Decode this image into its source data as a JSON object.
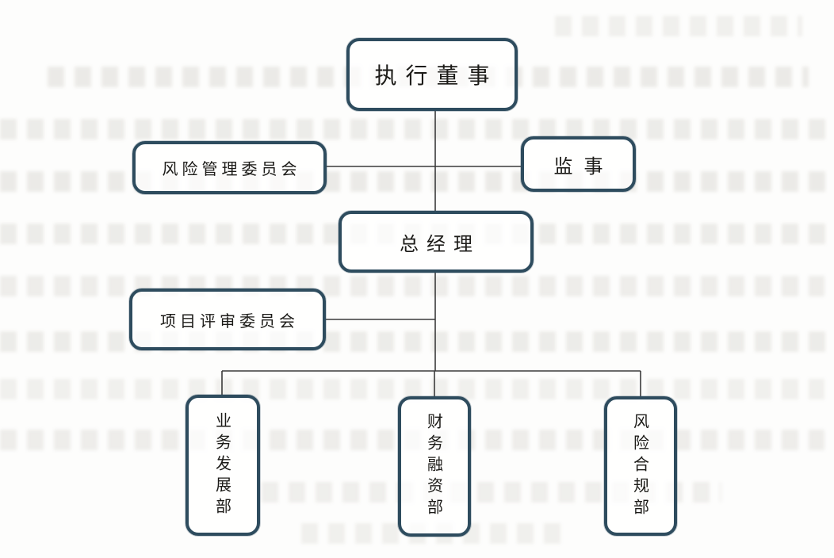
{
  "document": {
    "kind": "scanned organizational chart",
    "background_note": "faint mirrored bleed-through text rows from reverse side of scanned page"
  },
  "diagram": {
    "type": "org-chart",
    "colors": {
      "node_border": "#2e4c5e",
      "connector": "#3b3b3b",
      "paper": "#fdfdfc",
      "text": "#1c1b18"
    },
    "nodes": {
      "executive_director": {
        "label": "执行董事"
      },
      "risk_management_committee": {
        "label": "风险管理委员会"
      },
      "supervisor": {
        "label": "监事"
      },
      "general_manager": {
        "label": "总经理"
      },
      "project_review_committee": {
        "label": "项目评审委员会"
      },
      "business_development_dept": {
        "label": "业务发展部"
      },
      "finance_financing_dept": {
        "label": "财务融资部"
      },
      "risk_compliance_dept": {
        "label": "风险合规部"
      }
    },
    "edges": [
      {
        "from": "executive_director",
        "to": "general_manager"
      },
      {
        "from": "risk_management_committee",
        "to": "executive_director_general_manager_trunk"
      },
      {
        "from": "supervisor",
        "to": "executive_director_general_manager_trunk"
      },
      {
        "from": "project_review_committee",
        "to": "general_manager_departments_trunk"
      },
      {
        "from": "general_manager",
        "to": "business_development_dept"
      },
      {
        "from": "general_manager",
        "to": "finance_financing_dept"
      },
      {
        "from": "general_manager",
        "to": "risk_compliance_dept"
      }
    ]
  }
}
